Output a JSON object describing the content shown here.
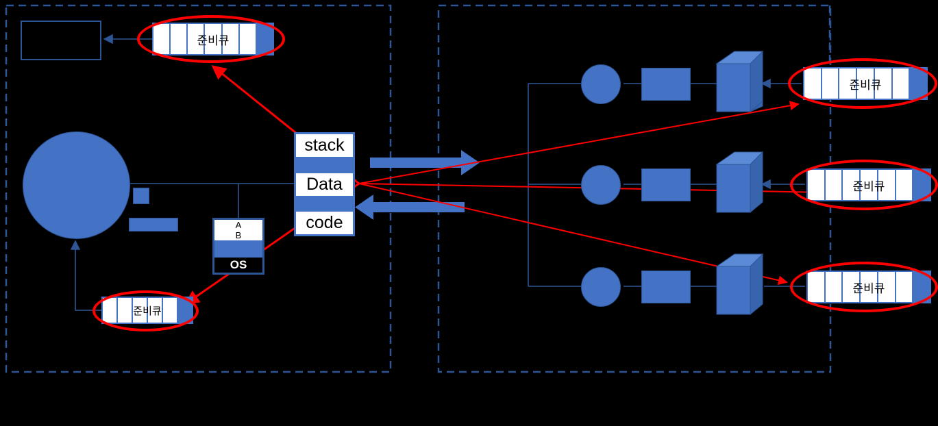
{
  "diagram": {
    "title_text": "",
    "colors": {
      "background": "#000000",
      "accent_blue": "#4472C4",
      "dark_blue": "#2E5596",
      "panel_border": "#2E5596",
      "highlight_red": "#FF0000",
      "cell_white": "#FFFFFF"
    },
    "panels": [
      {
        "id": "left-panel",
        "label": ""
      },
      {
        "id": "right-panel",
        "label": ""
      }
    ],
    "left": {
      "empty_box_label": "",
      "top_queue": {
        "label": "준비큐",
        "cells": 6,
        "filled_cells": 1
      },
      "bottom_queue": {
        "label": "준비큐",
        "cells": 5,
        "filled_cells": 1
      },
      "memory_block": {
        "rows": [
          "stack",
          "Data",
          "code"
        ]
      },
      "os_block": {
        "rows": [
          "A",
          "B"
        ],
        "os_label": "OS"
      },
      "circle_label": "",
      "small_square_label": "",
      "small_rect_label": ""
    },
    "right": {
      "rows": [
        {
          "circle_label": "",
          "rect_label": "",
          "cube_label": "",
          "queue": {
            "label": "준비큐",
            "cells": 6,
            "filled_cells": 1
          }
        },
        {
          "circle_label": "",
          "rect_label": "",
          "cube_label": "",
          "queue": {
            "label": "준비큐",
            "cells": 6,
            "filled_cells": 1
          }
        },
        {
          "circle_label": "",
          "rect_label": "",
          "cube_label": "",
          "queue": {
            "label": "준비큐",
            "cells": 6,
            "filled_cells": 1
          }
        }
      ]
    },
    "arrows": {
      "transfer_right_label": "",
      "transfer_left_label": ""
    }
  }
}
